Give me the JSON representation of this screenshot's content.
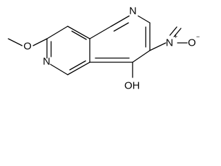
{
  "molecule": {
    "atoms": {
      "n_top": "N",
      "n_bottom": "N",
      "o_methoxy": "O",
      "nitro_n": "N",
      "nitro_o": "O",
      "hydroxyl": "OH"
    },
    "charges": {
      "nitro_n": "+",
      "nitro_o": "−"
    }
  },
  "colors": {
    "bond": "#000000",
    "label": "#000000",
    "background": "#ffffff"
  }
}
